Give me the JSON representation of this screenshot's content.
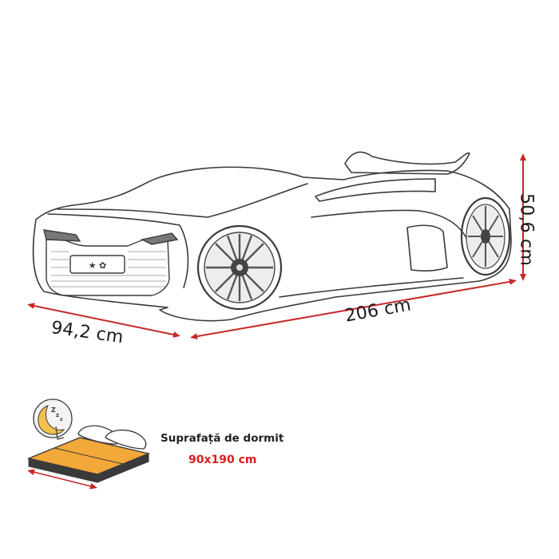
{
  "dimensions": {
    "depth": "94,2 cm",
    "length": "206 cm",
    "height": "50,6 cm"
  },
  "sleeping_surface": {
    "title": "Suprafață de dormit",
    "value": "90x190 cm"
  },
  "colors": {
    "dimension_arrow": "#c62828",
    "value_text": "#d62020",
    "outline": "#3a3a3a",
    "mattress": "#f3a83a",
    "moon": "#f2c14e"
  },
  "icons": {
    "car_bed": "car-bed-illustration",
    "sleep": "sleep-moon-icon",
    "bed": "bed-mattress-icon"
  }
}
